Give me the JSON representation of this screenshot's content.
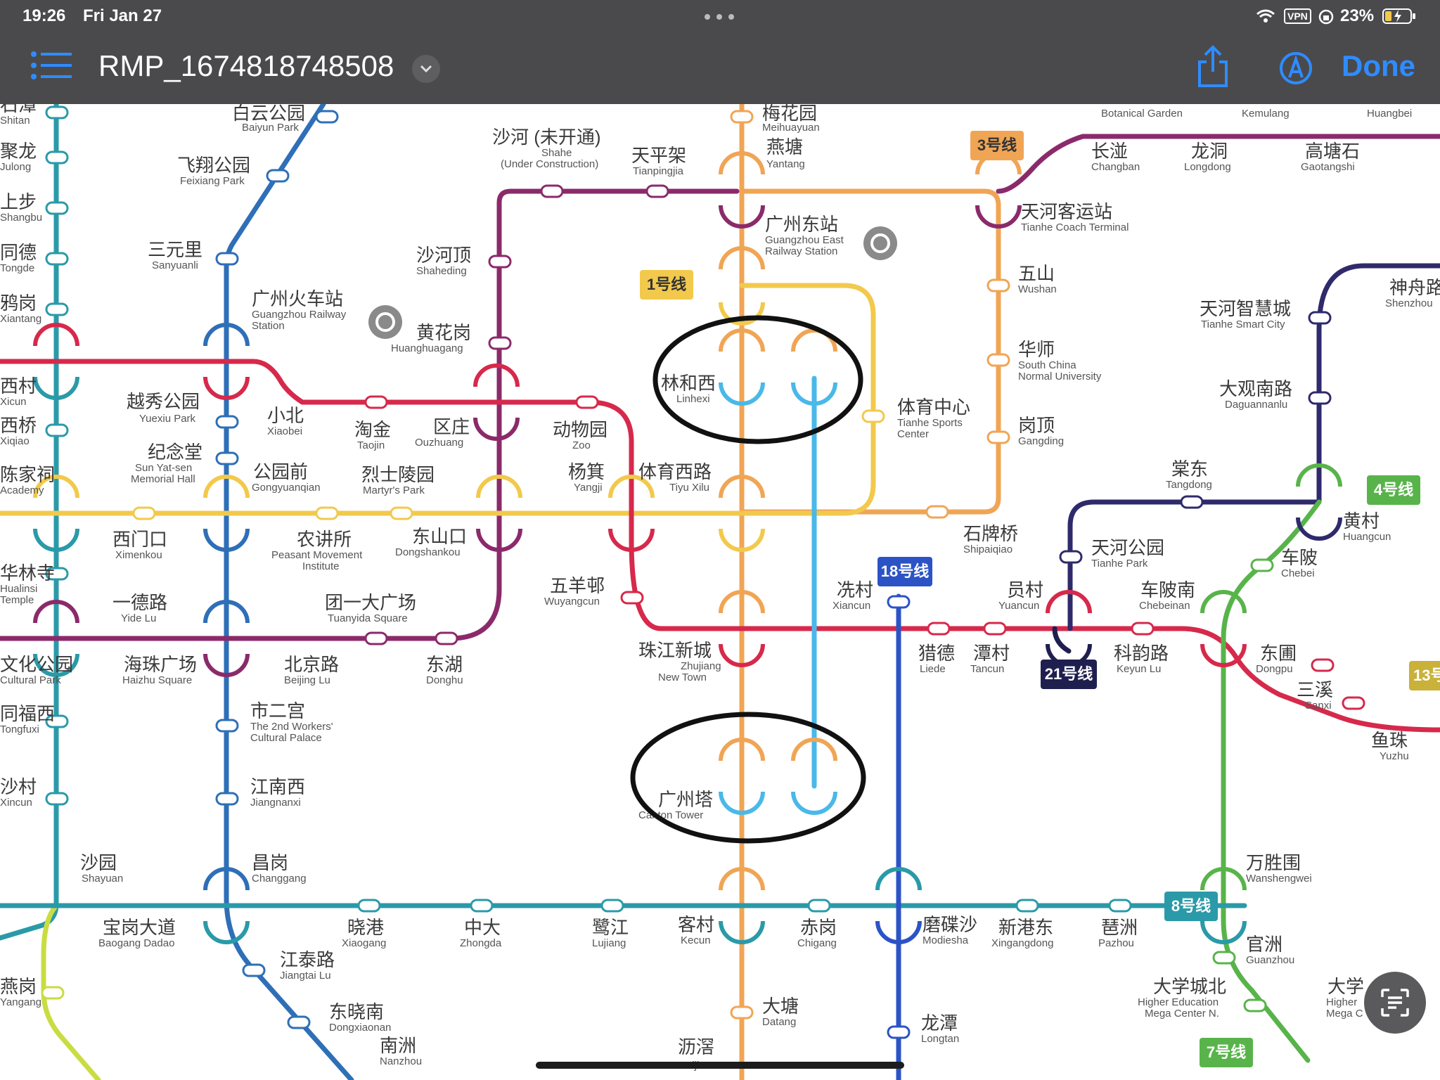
{
  "status_bar": {
    "time": "19:26",
    "date": "Fri Jan 27",
    "vpn": "VPN",
    "battery": "23%"
  },
  "toolbar": {
    "title": "RMP_1674818748508",
    "done_label": "Done"
  },
  "colors": {
    "bar": "#4a4a4c",
    "accent": "#2f8cff",
    "line1": "#f2c94c",
    "line2": "#2e6fb7",
    "line3": "#f0a555",
    "line4": "#2f2a6b",
    "line5": "#d6294b",
    "line6": "#8b2a6b",
    "line7": "#58b44a",
    "line8": "#2a9aa8",
    "apm": "#4ab8e8",
    "line18": "#2b53c6",
    "line21": "#1f1f4f",
    "gf": "#c9dc42",
    "highlight": "#111111"
  },
  "line_badges": {
    "line1": "1号线",
    "line3": "3号线",
    "line4": "4号线",
    "line7": "7号线",
    "line8": "8号线",
    "line13": "13号",
    "line18": "18号线",
    "line21": "21号线"
  },
  "stations": {
    "baiyun_park": {
      "zh": "白云公园",
      "en": "Baiyun Park"
    },
    "meihuayuan": {
      "zh": "梅花园",
      "en": "Meihuayuan"
    },
    "shitan": {
      "zh": "石潭",
      "en": "Shitan"
    },
    "julong": {
      "zh": "聚龙",
      "en": "Julong"
    },
    "shangbu": {
      "zh": "上步",
      "en": "Shangbu"
    },
    "tongde": {
      "zh": "同德",
      "en": "Tongde"
    },
    "xiantang": {
      "zh": "鸦岗",
      "en": "Xiantang"
    },
    "feixiang_park": {
      "zh": "飞翔公园",
      "en": "Feixiang Park"
    },
    "shahe": {
      "zh": "沙河 (未开通)",
      "en": "Shahe",
      "note": "(Under Construction)"
    },
    "tianpingjia": {
      "zh": "天平架",
      "en": "Tianpingjia"
    },
    "yantang": {
      "zh": "燕塘",
      "en": "Yantang"
    },
    "botanical_garden": {
      "en": "Botanical Garden"
    },
    "kemulang": {
      "en": "Kemulang"
    },
    "huangbei": {
      "en": "Huangbei"
    },
    "changban": {
      "zh": "长湴",
      "en": "Changban"
    },
    "longdong": {
      "zh": "龙洞",
      "en": "Longdong"
    },
    "gaotangshi": {
      "zh": "高塘石",
      "en": "Gaotangshi"
    },
    "tianhe_coach": {
      "zh": "天河客运站",
      "en": "Tianhe Coach Terminal"
    },
    "guangzhou_east": {
      "zh": "广州东站",
      "en": "Guangzhou East",
      "en2": "Railway Station"
    },
    "sanyuanli": {
      "zh": "三元里",
      "en": "Sanyuanli"
    },
    "shaheding": {
      "zh": "沙河顶",
      "en": "Shaheding"
    },
    "wushan": {
      "zh": "五山",
      "en": "Wushan"
    },
    "gz_railway": {
      "zh": "广州火车站",
      "en": "Guangzhou Railway",
      "en2": "Station"
    },
    "huanghuagang": {
      "zh": "黄花岗",
      "en": "Huanghuagang"
    },
    "tianhe_smart_city": {
      "zh": "天河智慧城",
      "en": "Tianhe Smart City"
    },
    "shenzhou": {
      "zh": "神舟路",
      "en": "Shenzhou"
    },
    "xicun": {
      "zh": "西村",
      "en": "Xicun"
    },
    "linhexi": {
      "zh": "林和西",
      "en": "Linhexi"
    },
    "huashi": {
      "zh": "华师",
      "en": "South China",
      "en2": "Normal University"
    },
    "daguannanlu": {
      "zh": "大观南路",
      "en": "Daguannanlu"
    },
    "yuexiu_park": {
      "zh": "越秀公园",
      "en": "Yuexiu Park"
    },
    "xiaobei": {
      "zh": "小北",
      "en": "Xiaobei"
    },
    "taojin": {
      "zh": "淘金",
      "en": "Taojin"
    },
    "ouzhuang": {
      "zh": "区庄",
      "en": "Ouzhuang"
    },
    "zoo": {
      "zh": "动物园",
      "en": "Zoo"
    },
    "tianhe_sports": {
      "zh": "体育中心",
      "en": "Tianhe Sports",
      "en2": "Center"
    },
    "gangding": {
      "zh": "岗顶",
      "en": "Gangding"
    },
    "xiqiao": {
      "zh": "西桥",
      "en": "Xiqiao"
    },
    "memorial_hall": {
      "zh": "纪念堂",
      "en": "Sun Yat-sen",
      "en2": "Memorial Hall"
    },
    "gongyuanqian": {
      "zh": "公园前",
      "en": "Gongyuanqian"
    },
    "martyrs_park": {
      "zh": "烈士陵园",
      "en": "Martyr's Park"
    },
    "yangji": {
      "zh": "杨箕",
      "en": "Yangji"
    },
    "tiyu_xilu": {
      "zh": "体育西路",
      "en": "Tiyu Xilu"
    },
    "tangdong": {
      "zh": "棠东",
      "en": "Tangdong"
    },
    "academy": {
      "zh": "陈家祠",
      "en": "Academy"
    },
    "ximenkou": {
      "zh": "西门口",
      "en": "Ximenkou"
    },
    "nongjiangsuo": {
      "zh": "农讲所",
      "en": "Peasant Movement",
      "en2": "Institute"
    },
    "dongshankou": {
      "zh": "东山口",
      "en": "Dongshankou"
    },
    "shipaiqiao": {
      "zh": "石牌桥",
      "en": "Shipaiqiao"
    },
    "tianhe_park": {
      "zh": "天河公园",
      "en": "Tianhe Park"
    },
    "huangcun": {
      "zh": "黄村",
      "en": "Huangcun"
    },
    "hualin": {
      "zh": "华林寺",
      "en": "Hualinsi",
      "en2": "Temple"
    },
    "wuyangcun": {
      "zh": "五羊邨",
      "en": "Wuyangcun"
    },
    "xiancun": {
      "zh": "冼村",
      "en": "Xiancun"
    },
    "yuancun": {
      "zh": "员村",
      "en": "Yuancun"
    },
    "chebei": {
      "zh": "车陂",
      "en": "Chebei"
    },
    "chebeinan": {
      "zh": "车陂南",
      "en": "Chebeinan"
    },
    "yidelu": {
      "zh": "一德路",
      "en": "Yide Lu"
    },
    "tuanyida": {
      "zh": "团一大广场",
      "en": "Tuanyida Square"
    },
    "zhujiang_newtown": {
      "zh": "珠江新城",
      "en": "Zhujiang",
      "en2": "New Town"
    },
    "liede": {
      "zh": "猎德",
      "en": "Liede"
    },
    "tancun": {
      "zh": "潭村",
      "en": "Tancun"
    },
    "keyunlu": {
      "zh": "科韵路",
      "en": "Keyun Lu"
    },
    "dongpu": {
      "zh": "东圃",
      "en": "Dongpu"
    },
    "cultural_park": {
      "zh": "文化公园",
      "en": "Cultural Park"
    },
    "haizhu_square": {
      "zh": "海珠广场",
      "en": "Haizhu Square"
    },
    "beijinglu": {
      "zh": "北京路",
      "en": "Beijing Lu"
    },
    "donghu": {
      "zh": "东湖",
      "en": "Donghu"
    },
    "sanxi": {
      "zh": "三溪",
      "en": "Sanxi"
    },
    "tongfuxi": {
      "zh": "同福西",
      "en": "Tongfuxi"
    },
    "shiergong": {
      "zh": "市二宫",
      "en": "The 2nd Workers'",
      "en2": "Cultural Palace"
    },
    "yuzhu": {
      "zh": "鱼珠",
      "en": "Yuzhu"
    },
    "shacun": {
      "zh": "沙村",
      "en": "Xincun"
    },
    "jiangnanxi": {
      "zh": "江南西",
      "en": "Jiangnanxi"
    },
    "canton_tower": {
      "zh": "广州塔",
      "en": "Canton Tower"
    },
    "shayuan": {
      "zh": "沙园",
      "en": "Shayuan"
    },
    "changgang": {
      "zh": "昌岗",
      "en": "Changgang"
    },
    "wanshengwei": {
      "zh": "万胜围",
      "en": "Wanshengwei"
    },
    "baogang": {
      "zh": "宝岗大道",
      "en": "Baogang Dadao"
    },
    "xiaogang": {
      "zh": "晓港",
      "en": "Xiaogang"
    },
    "zhongda": {
      "zh": "中大",
      "en": "Zhongda"
    },
    "lujiang": {
      "zh": "鹭江",
      "en": "Lujiang"
    },
    "kecun": {
      "zh": "客村",
      "en": "Kecun"
    },
    "chigang": {
      "zh": "赤岗",
      "en": "Chigang"
    },
    "modiesha": {
      "zh": "磨碟沙",
      "en": "Modiesha"
    },
    "xingangdong": {
      "zh": "新港东",
      "en": "Xingangdong"
    },
    "pazhou": {
      "zh": "琶洲",
      "en": "Pazhou"
    },
    "guanzhou": {
      "zh": "官洲",
      "en": "Guanzhou"
    },
    "jiangtailu": {
      "zh": "江泰路",
      "en": "Jiangtai Lu"
    },
    "university_town_n": {
      "zh": "大学城北",
      "en": "Higher Education",
      "en2": "Mega Center N."
    },
    "university_town_s": {
      "zh": "大学",
      "en": "Higher",
      "en2": "Mega C"
    },
    "yangang": {
      "zh": "燕岗",
      "en": "Yangang"
    },
    "dongxiaonan": {
      "zh": "东晓南",
      "en": "Dongxiaonan"
    },
    "datang": {
      "zh": "大塘",
      "en": "Datang"
    },
    "longtan": {
      "zh": "龙潭",
      "en": "Longtan"
    },
    "nanzhou": {
      "zh": "南洲",
      "en": "Nanzhou"
    },
    "lijiao": {
      "zh": "沥滘",
      "en": "Lijiao"
    }
  }
}
